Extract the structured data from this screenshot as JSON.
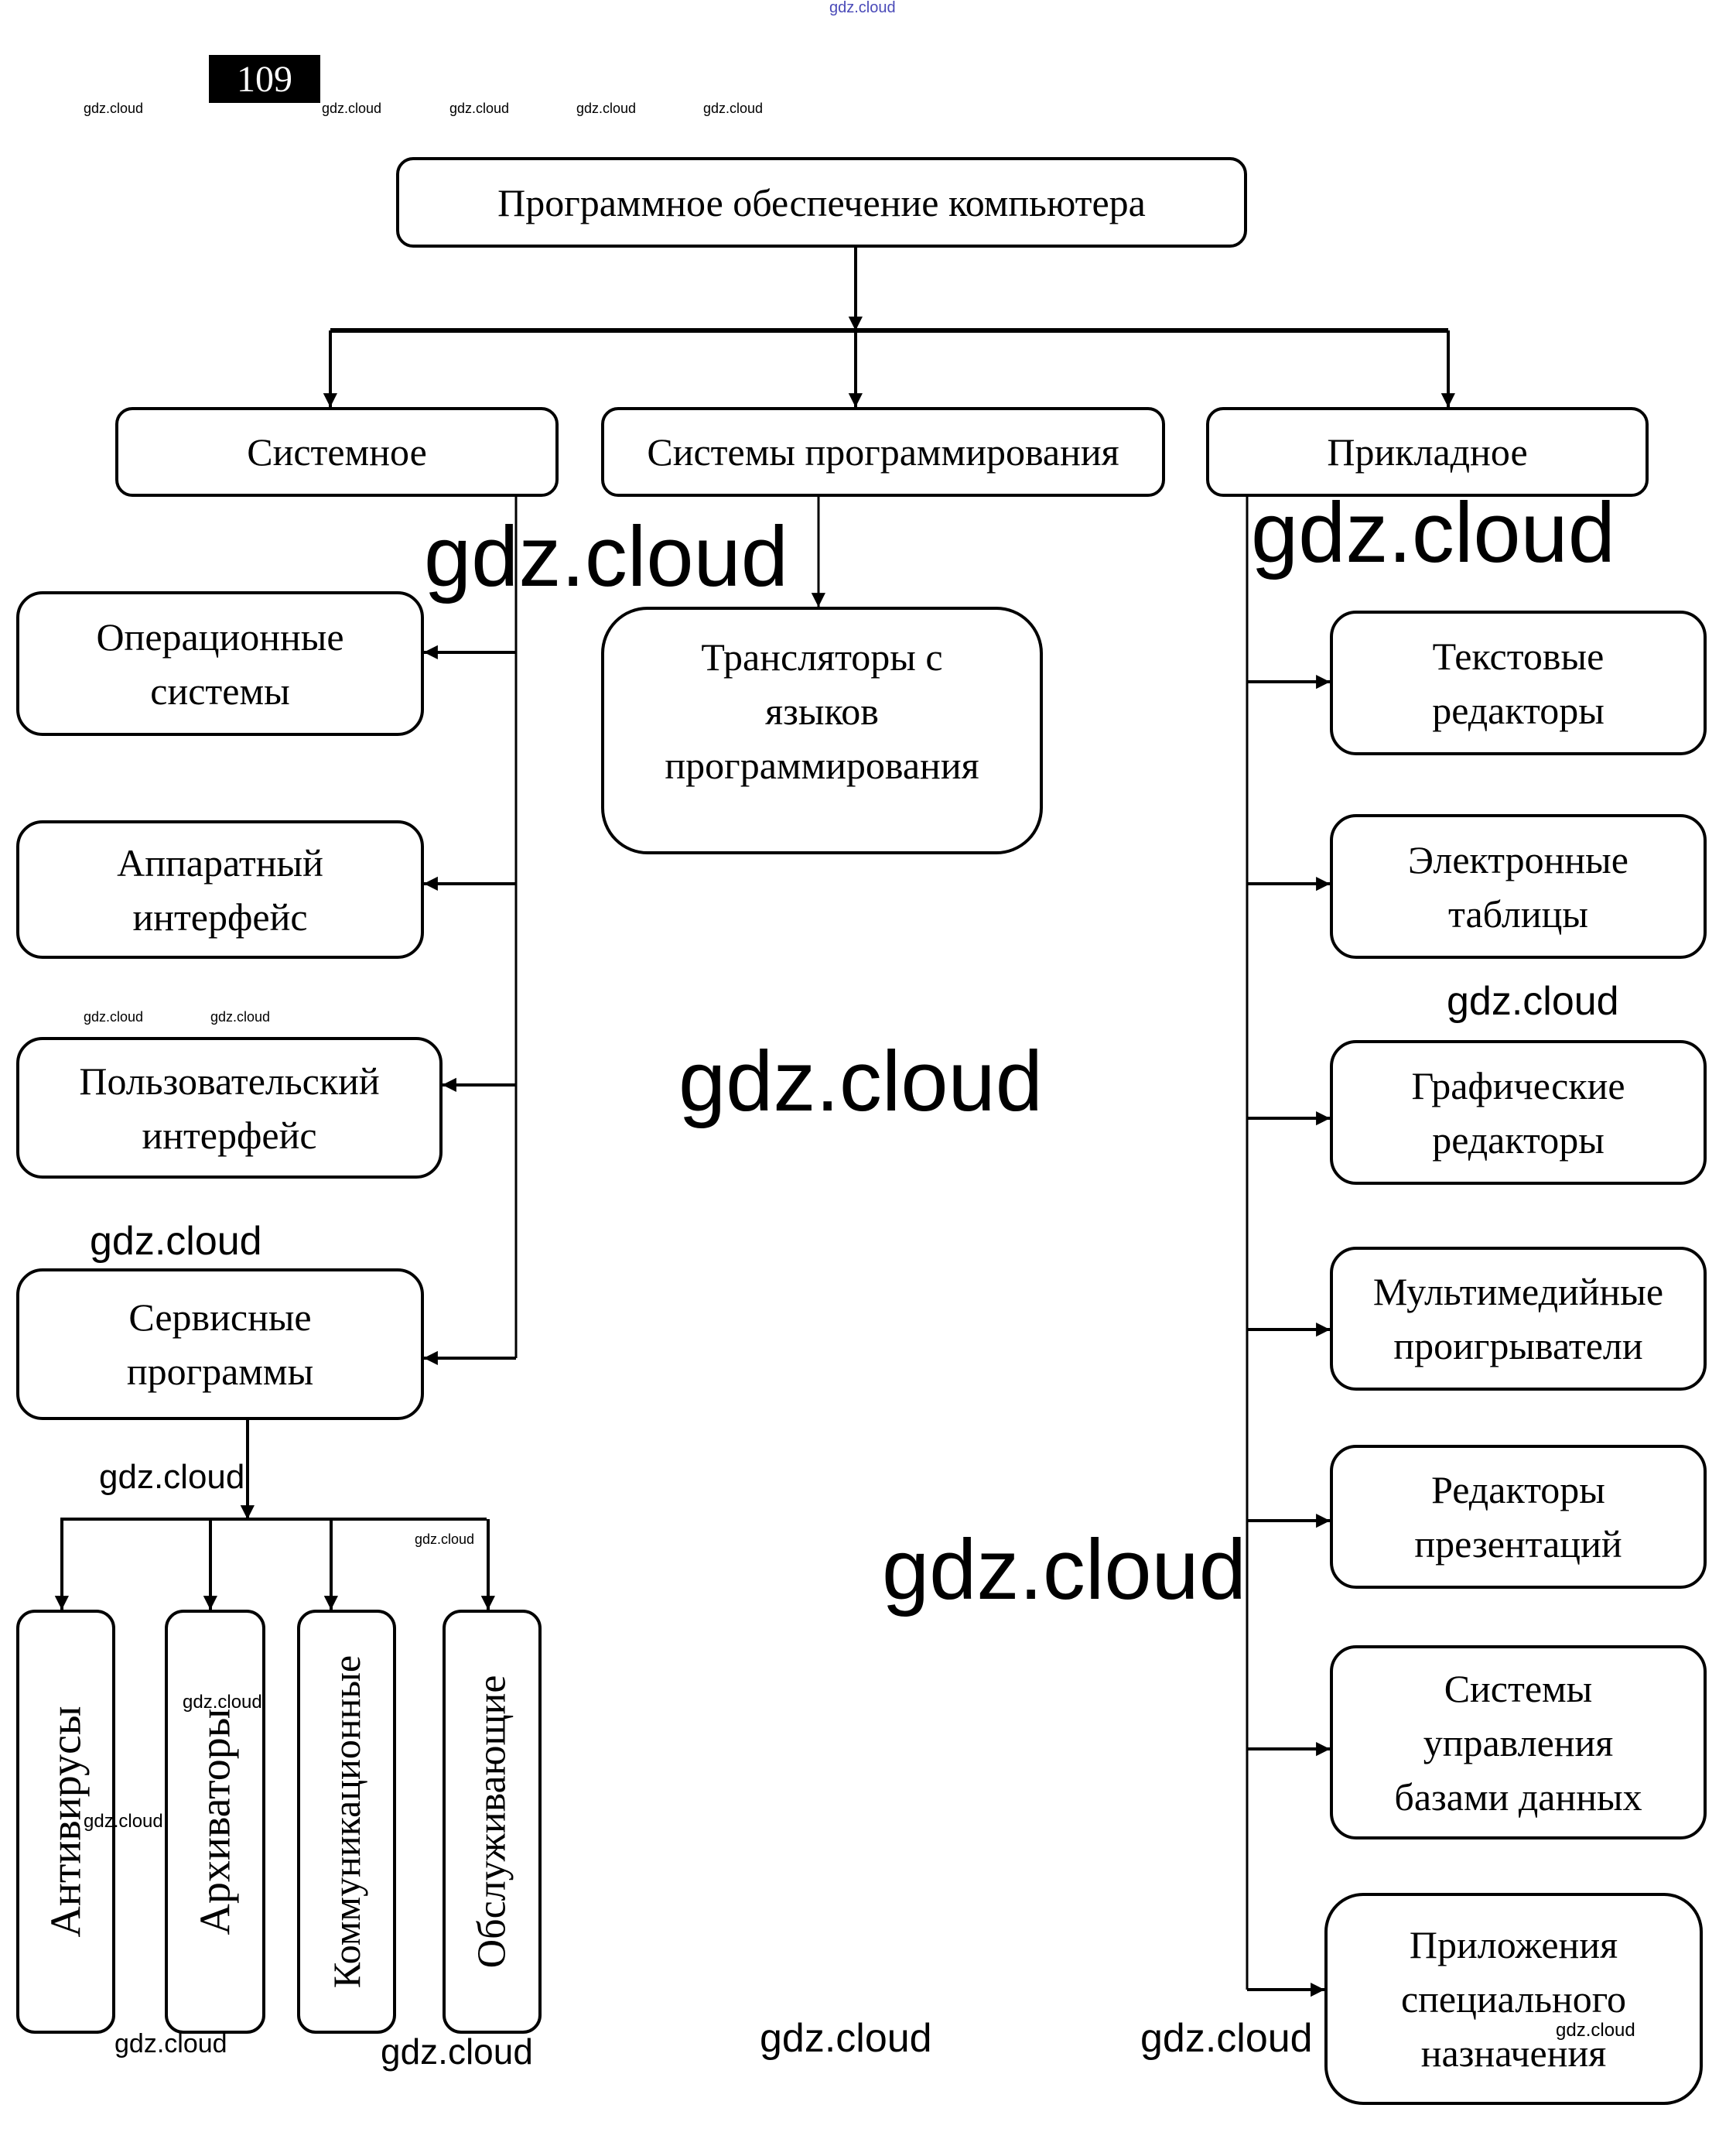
{
  "page": {
    "number": "109",
    "watermark": "gdz.cloud"
  },
  "diagram": {
    "root": "Программное обеспечение компьютера",
    "categories": {
      "system": "Системное",
      "programming": "Системы программирования",
      "applied": "Прикладное"
    },
    "system_children": [
      [
        "Операционные",
        "системы"
      ],
      [
        "Аппаратный",
        "интерфейс"
      ],
      [
        "Пользовательский",
        "интерфейс"
      ],
      [
        "Сервисные",
        "программы"
      ]
    ],
    "programming_children": [
      [
        "Трансляторы с",
        "языков",
        "программирования"
      ]
    ],
    "service_children": [
      "Антивирусы",
      "Архиваторы",
      "Коммуникационные",
      "Обслуживающие"
    ],
    "applied_children": [
      [
        "Текстовые",
        "редакторы"
      ],
      [
        "Электронные",
        "таблицы"
      ],
      [
        "Графические",
        "редакторы"
      ],
      [
        "Мультимедийные",
        "проигрыватели"
      ],
      [
        "Редакторы",
        "презентаций"
      ],
      [
        "Системы",
        "управления",
        "базами данных"
      ],
      [
        "Приложения",
        "специального",
        "назначения"
      ]
    ]
  }
}
